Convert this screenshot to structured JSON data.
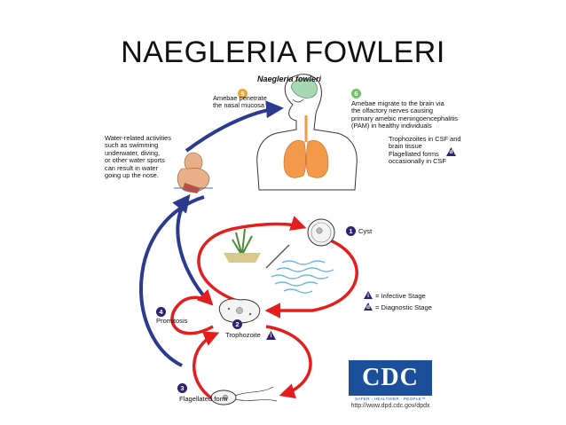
{
  "title": "NAEGLERIA FOWLERI",
  "diagram": {
    "heading": "Naegleria fowleri",
    "labels": {
      "step5": "Amebae penetrate\nthe nasal mucosa",
      "step6": "Amebae migrate to the brain via\nthe olfactory nerves causing\nprimary amebic meningoencephalitis\n(PAM) in healthy individuals",
      "csf": "Trophozoites in CSF and\nbrain tissue\nFlagellated forms\noccasionally in CSF",
      "water": "Water-related activities\nsuch as swimming\nunderwater, diving,\nor other water sports\ncan result in water\ngoing up the nose.",
      "cyst": "Cyst",
      "promitosis": "Promitosis",
      "trophozoite": "Trophozoite",
      "flagellated": "Flagellated form",
      "infective": "= Infective Stage",
      "diagnostic": "= Diagnostic Stage"
    },
    "numbers": {
      "n1": "1",
      "n2": "2",
      "n3": "3",
      "n4": "4",
      "n5": "5",
      "n6": "6"
    },
    "tri_i": "i",
    "tri_d": "d"
  },
  "cdc": {
    "logo": "CDC",
    "tagline": "SAFER · HEALTHIER · PEOPLE™",
    "url": "http://www.dpd.cdc.gov/dpdx"
  },
  "colors": {
    "title": "#111111",
    "arrow_blue": "#2c3a8f",
    "arrow_red": "#e41d1d",
    "number_badge": "#2c2472",
    "step5_badge": "#f0a23a",
    "step6_badge": "#6fc36a",
    "lungs": "#f39a4a",
    "brain": "#a7d7b3",
    "water": "#6fb7e8",
    "cdc_blue": "#1b4f9a"
  }
}
